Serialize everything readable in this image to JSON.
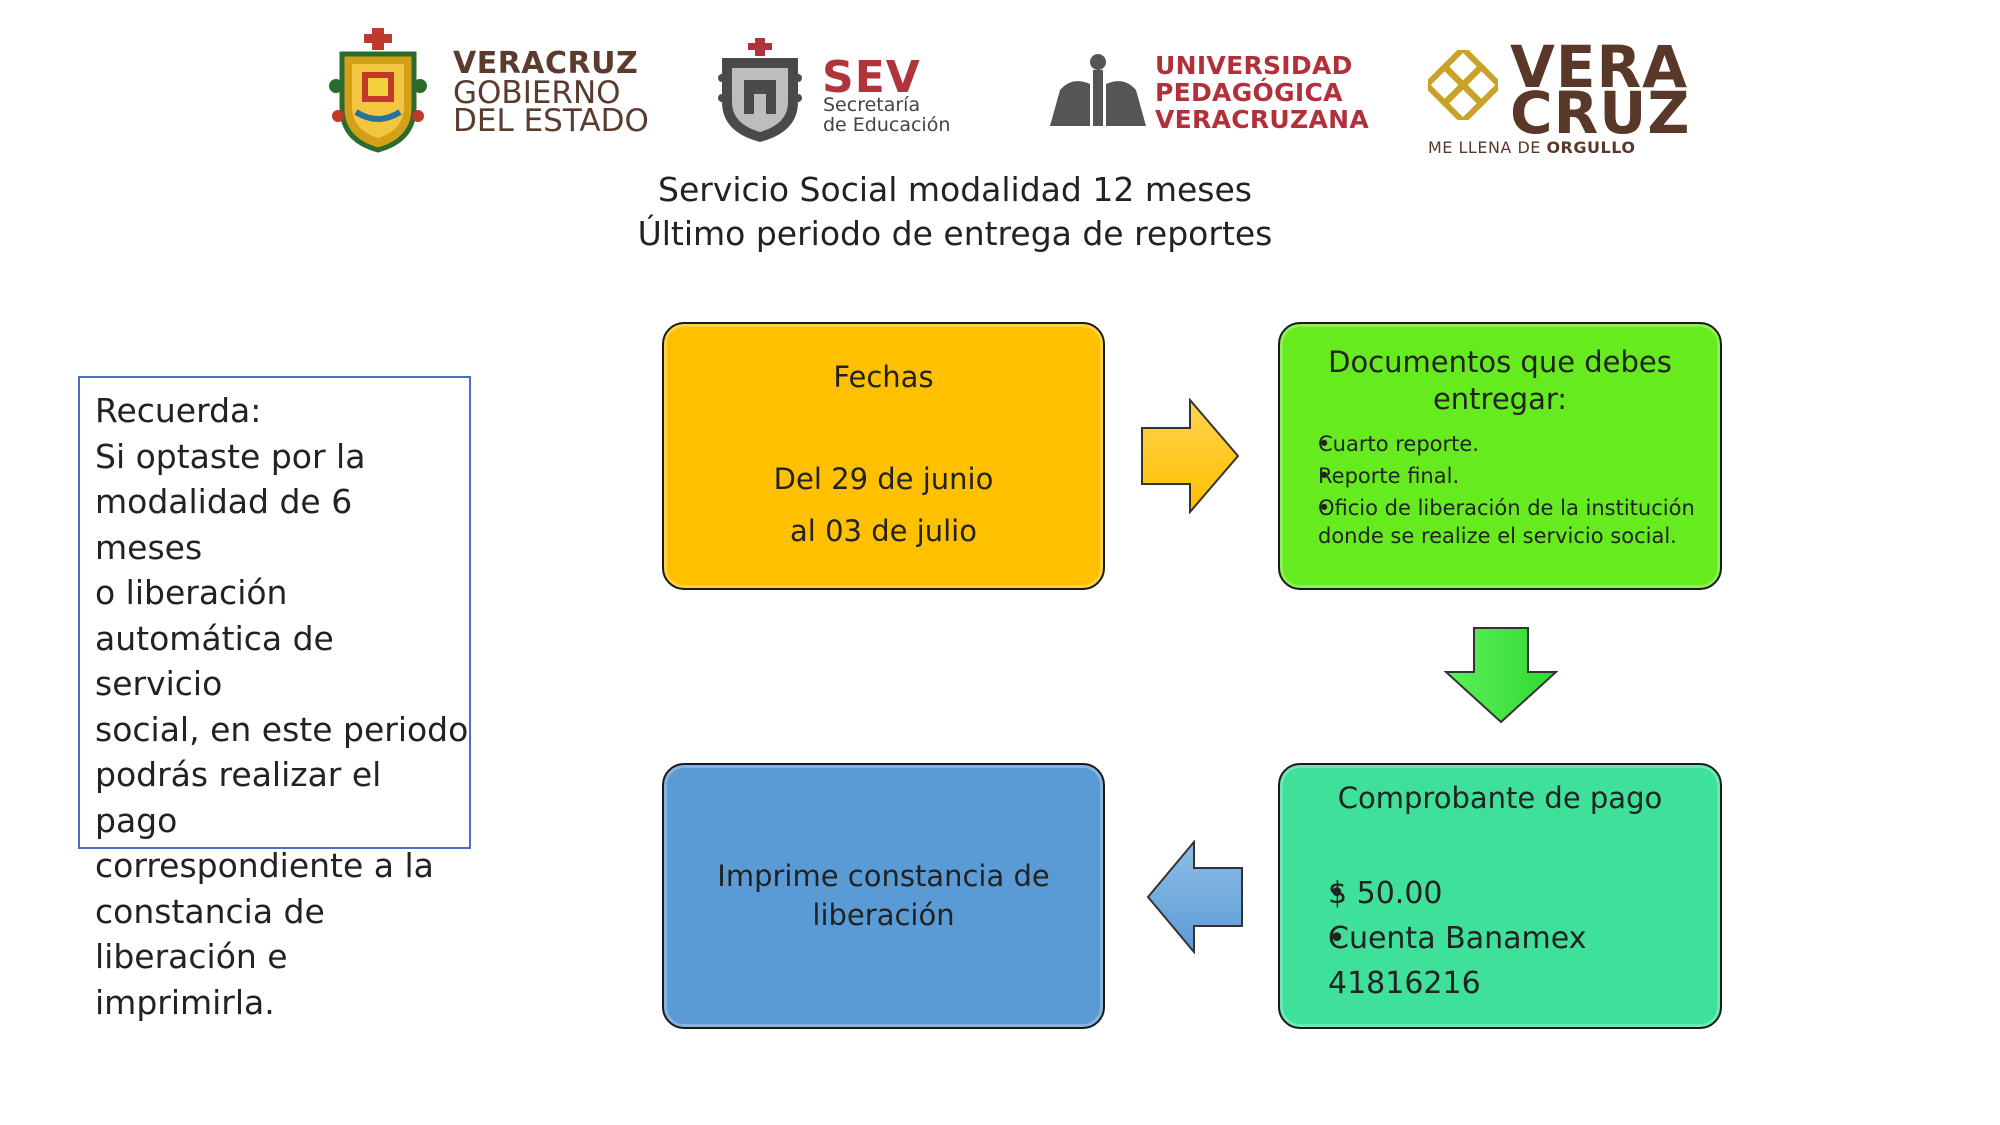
{
  "logos": {
    "veracruz_gobierno": {
      "line1": "VERACRUZ",
      "line2": "GOBIERNO",
      "line3": "DEL ESTADO",
      "icon": "state-coat-of-arms"
    },
    "sev": {
      "acronym": "SEV",
      "line1": "Secretaría",
      "line2": "de Educación",
      "icon": "sev-shield"
    },
    "upv": {
      "line1": "UNIVERSIDAD",
      "line2": "PEDAGÓGICA",
      "line3": "VERACRUZANA",
      "icon": "upv-emblem"
    },
    "veracruz_orgullo": {
      "line1": "VERA",
      "line2": "CRUZ",
      "tagline_a": "ME LLENA DE ",
      "tagline_b": "ORGULLO",
      "icon": "knot-pattern"
    }
  },
  "title": {
    "line1": "Servicio Social modalidad 12 meses",
    "line2": "Último periodo de entrega de reportes"
  },
  "note": {
    "heading": "Recuerda:",
    "lines": [
      "Si optaste por la",
      "modalidad de 6 meses",
      "o liberación",
      "automática de servicio",
      "social, en este periodo",
      "podrás realizar el pago",
      "correspondiente a la",
      "constancia de",
      "liberación e imprimirla."
    ]
  },
  "steps": {
    "dates": {
      "heading": "Fechas",
      "line1": "Del 29 de junio",
      "line2": "al 03 de julio",
      "color": "#FFC000"
    },
    "documents": {
      "heading_line1": "Documentos que debes",
      "heading_line2": "entregar:",
      "items": [
        "Cuarto reporte.",
        "Reporte final.",
        "Oficio de liberación de la institución",
        "donde se realize el servicio social."
      ],
      "color": "#66EB1E"
    },
    "payment": {
      "heading": "Comprobante de pago",
      "items": [
        "$ 50.00",
        "Cuenta Banamex 41816216"
      ],
      "color": "#3EE09A"
    },
    "print": {
      "line1": "Imprime constancia de",
      "line2": "liberación",
      "color": "#5B9BD5"
    }
  },
  "arrows": {
    "right": {
      "color": "#FFC000",
      "icon": "arrow-right"
    },
    "down": {
      "color": "#3FE23F",
      "icon": "arrow-down"
    },
    "left": {
      "color": "#5B9BD5",
      "icon": "arrow-left"
    }
  }
}
